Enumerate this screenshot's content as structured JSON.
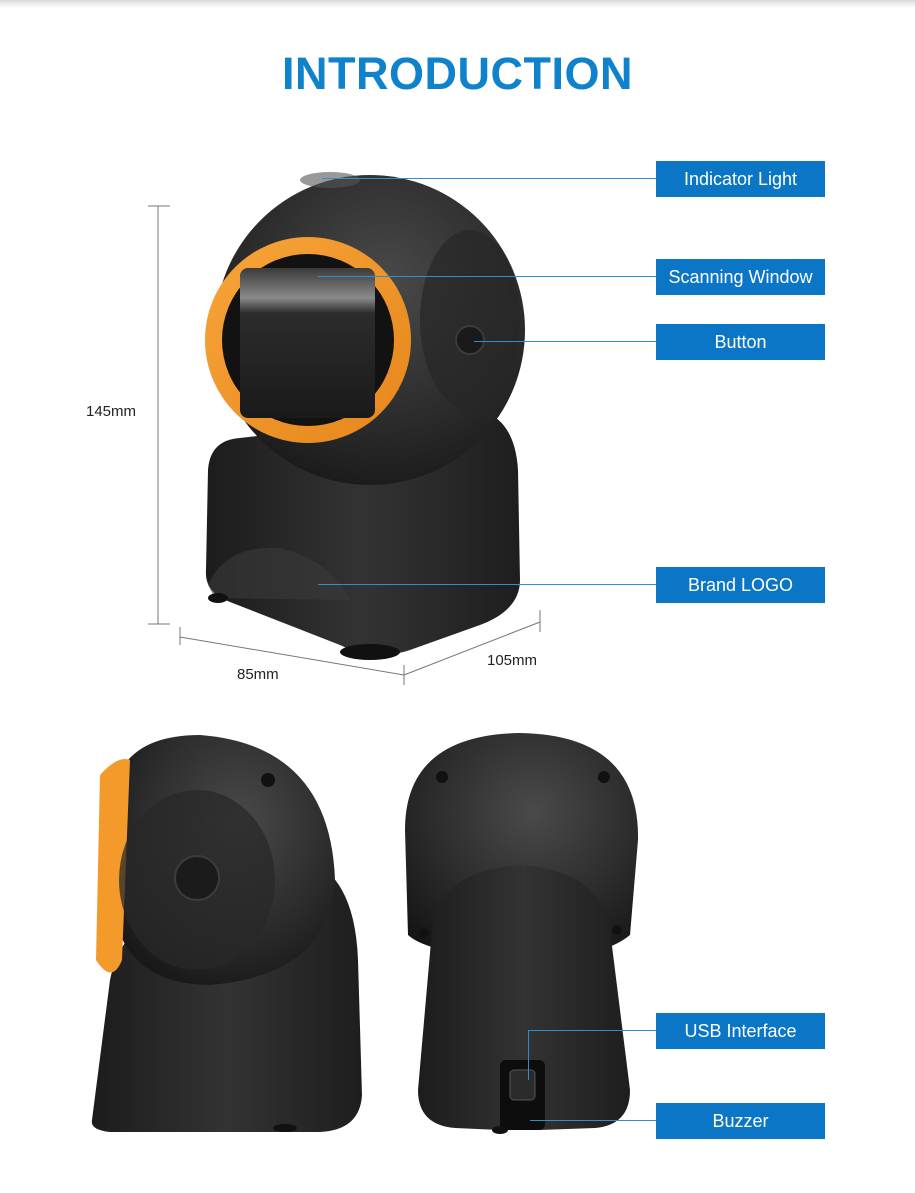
{
  "title": "INTRODUCTION",
  "colors": {
    "title": "#0f82cc",
    "label_bg": "#0b76c5",
    "leader": "#2e8fd0",
    "ring": "#f39a2a",
    "body": "#2a2a2a"
  },
  "labels": {
    "indicator_light": "Indicator Light",
    "scanning_window": "Scanning Window",
    "button": "Button",
    "brand_logo": "Brand LOGO",
    "usb_interface": "USB Interface",
    "buzzer": "Buzzer"
  },
  "dimensions": {
    "height": "145mm",
    "width": "85mm",
    "depth": "105mm"
  }
}
